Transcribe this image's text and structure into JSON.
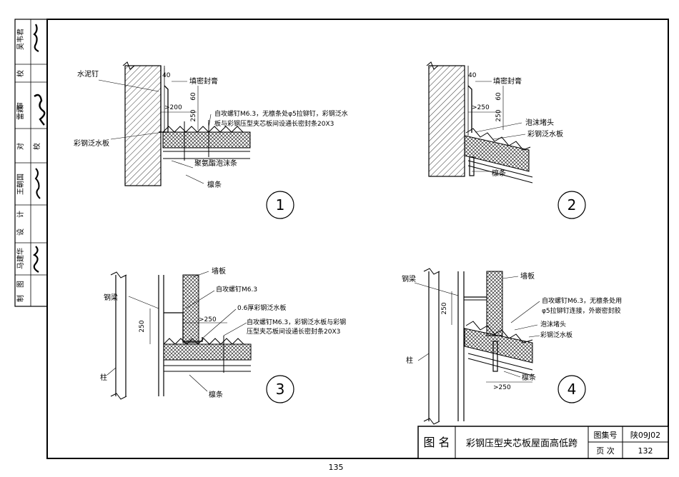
{
  "side_strip": {
    "cells": [
      "吴韦君",
      "校",
      "审",
      "雷霖",
      "对",
      "校",
      "王朝国",
      "计",
      "设",
      "马建华",
      "图",
      "制"
    ],
    "signatures": [
      "吴韦君签名",
      "雷霖签名",
      "王朝国签名",
      "马建华签名"
    ]
  },
  "detail1": {
    "number": "1",
    "labels": {
      "nail": "水泥钉",
      "sealant": "填密封膏",
      "screw_note_1": "自攻螺钉M6.3，无檩条处φ5拉铆钉，彩钢泛水",
      "screw_note_2": "板与彩钢压型夹芯板间设通长密封条20X3",
      "flashing": "彩钢泛水板",
      "foam_strip": "聚氨酯泡沫条",
      "purlin": "檩条"
    },
    "dims": {
      "d40": "40",
      "d60": "60",
      "d200": ">200",
      "d250": "250"
    }
  },
  "detail2": {
    "number": "2",
    "labels": {
      "sealant": "填密封膏",
      "foam_plug": "泡沫堵头",
      "flashing": "彩钢泛水板",
      "purlin": "檩条"
    },
    "dims": {
      "d40": "40",
      "d60": "60",
      "d250a": ">250",
      "d250b": "250"
    }
  },
  "detail3": {
    "number": "3",
    "labels": {
      "wall_panel": "墙板",
      "beam": "钢梁",
      "screw": "自攻螺钉M6.3",
      "flashing": "0.6厚彩钢泛水板",
      "screw_note_1": "自攻螺钉M6.3，彩钢泛水板与彩钢",
      "screw_note_2": "压型夹芯板间设通长密封条20X3",
      "column": "柱",
      "purlin": "檩条"
    },
    "dims": {
      "d250a": "250",
      "d250b": ">250"
    }
  },
  "detail4": {
    "number": "4",
    "labels": {
      "beam": "钢梁",
      "wall_panel": "墙板",
      "screw_note_1": "自攻螺钉M6.3，无檩条处用",
      "screw_note_2": "φ5拉铆钉连接，外嵌密封胶",
      "foam_plug": "泡沫堵头",
      "flashing": "彩钢泛水板",
      "column": "柱",
      "purlin": "檩条"
    },
    "dims": {
      "d250a": "250",
      "d250b": ">250"
    }
  },
  "title_block": {
    "name_label": "图  名",
    "title": "彩钢压型夹芯板屋面高低跨",
    "atlas_label": "图集号",
    "atlas_value": "陕09J02",
    "page_label": "页  次",
    "page_value": "132"
  },
  "page_number": "135",
  "colors": {
    "ink": "#000000",
    "paper": "#ffffff"
  }
}
